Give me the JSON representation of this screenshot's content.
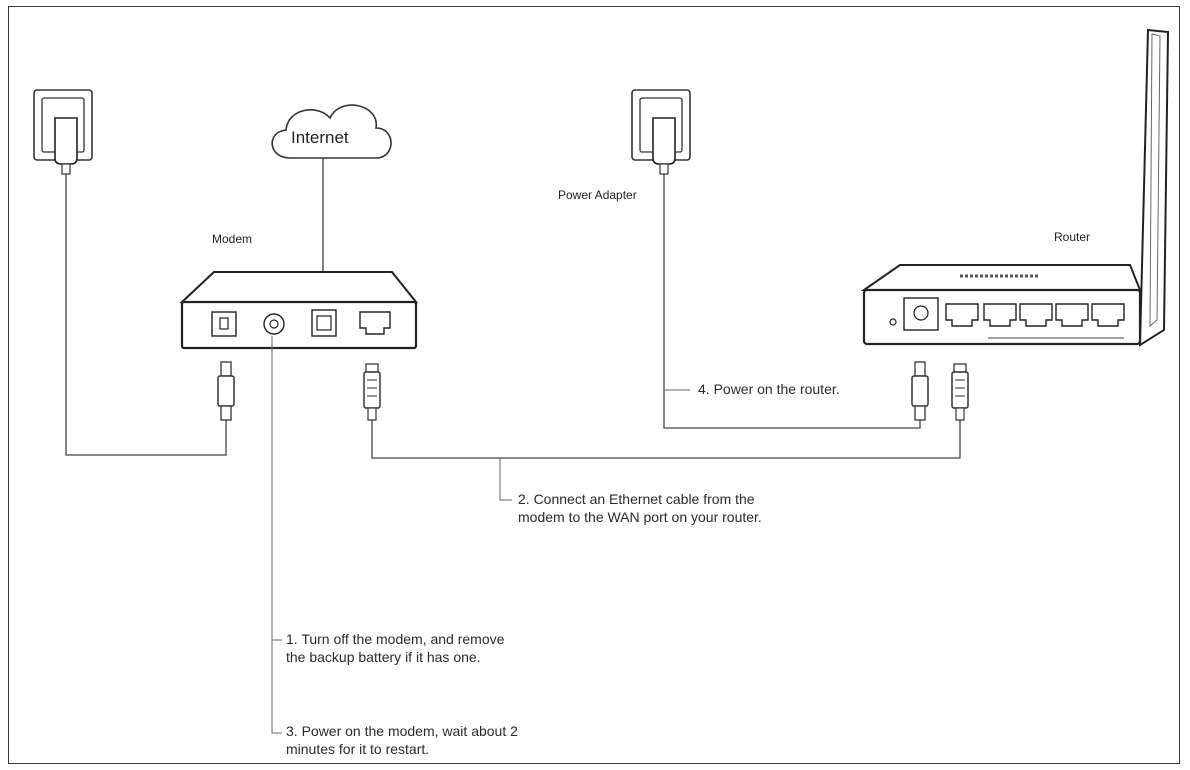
{
  "labels": {
    "internet": "Internet",
    "modem": "Modem",
    "power_adapter": "Power Adapter",
    "router": "Router"
  },
  "steps": {
    "step1": "1. Turn off the modem, and remove\nthe backup battery if it has one.",
    "step2": "2. Connect an Ethernet cable from the\nmodem to the WAN port on your router.",
    "step3": "3. Power on the modem, wait about 2\nminutes for it to restart.",
    "step4": "4. Power on the router."
  }
}
